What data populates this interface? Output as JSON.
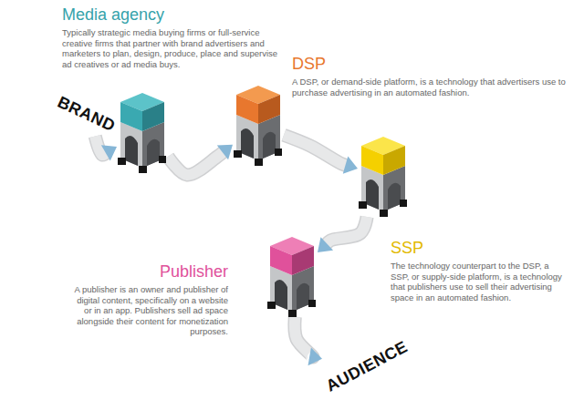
{
  "diagram": {
    "nodes": [
      {
        "text": [
          "BRAND"
        ]
      },
      {
        "text": [
          "Media agency",
          "Typically strategic media buying firms or full-service creative firms that partner with brand advertisers and marketers to plan, design, produce, place and supervise ad creatives or ad media buys."
        ]
      },
      {
        "text": [
          "DSP",
          "A DSP, or demand-side platform, is a technology that advertisers use to purchase advertising in an automated fashion."
        ]
      },
      {
        "text": [
          "SSP",
          "The technology counterpart to the DSP, a SSP, or supply-side platform, is a technology that publishers use to sell their advertising space in an automated fashion."
        ]
      },
      {
        "text": [
          "Publisher",
          "A publisher is an owner and publisher of digital content, specifically on a website or in an app. Publishers sell ad space alongside their content for monetization purposes."
        ]
      },
      {
        "text": [
          "AUDIENCE"
        ]
      }
    ],
    "edges": [
      {
        "from": 0,
        "to": 1,
        "arrow": "to"
      },
      {
        "from": 1,
        "to": 2,
        "arrow": "to"
      },
      {
        "from": 2,
        "to": 3,
        "arrow": "to"
      },
      {
        "from": 3,
        "to": 4,
        "arrow": "to"
      },
      {
        "from": 4,
        "to": 5,
        "arrow": "to"
      }
    ]
  }
}
